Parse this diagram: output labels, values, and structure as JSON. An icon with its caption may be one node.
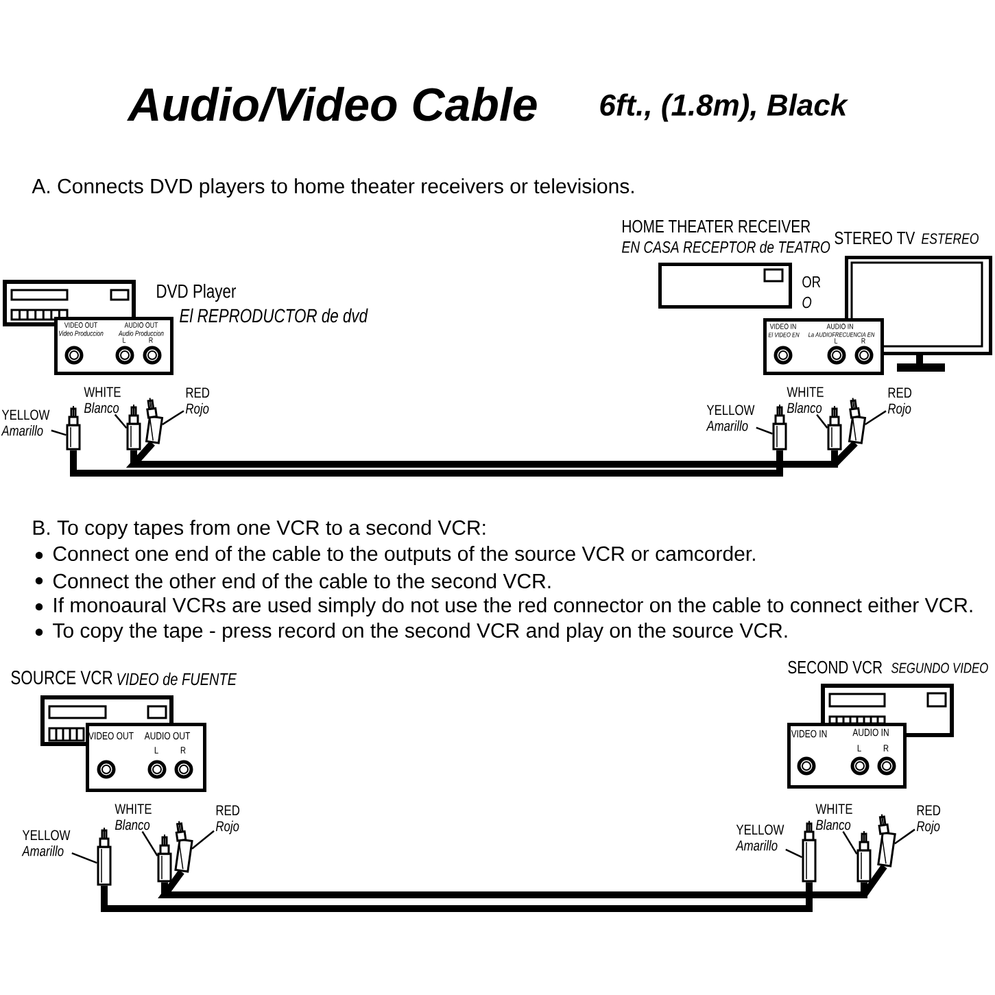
{
  "diagram": {
    "title": "Audio/Video Cable",
    "nodes": [
      {
        "text": [
          "HOME THEATER RECEIVER",
          "EN CASA RECEPTOR de TEATRO"
        ]
      },
      {
        "text": [
          "STEREO TV",
          "ESTEREO"
        ]
      },
      {
        "text": [
          "VIDEO OUT",
          "Video Produccion",
          "AUDIO OUT",
          "Audio Produccion",
          "L",
          "R"
        ],
        "beside": [
          "DVD Player",
          "El REPRODUCTOR de dvd"
        ]
      },
      {
        "text": [
          "VIDEO IN",
          "El VIDEO EN",
          "AUDIO IN",
          "La AUDIOFRECUENCIA EN",
          "L",
          "R"
        ]
      },
      {
        "text": [
          "YELLOW",
          "Amarillo"
        ]
      },
      {
        "text": [
          "WHITE",
          "Blanco"
        ]
      },
      {
        "text": [
          "RED",
          "Rojo"
        ]
      },
      {
        "text": [
          "YELLOW",
          "Amarillo"
        ]
      },
      {
        "text": [
          "WHITE",
          "Blanco"
        ]
      },
      {
        "text": [
          "RED",
          "Rojo"
        ]
      },
      {
        "text": [
          "VIDEO OUT",
          "AUDIO OUT",
          "L",
          "R"
        ],
        "beside": [
          "SOURCE VCR",
          "VIDEO de FUENTE"
        ]
      },
      {
        "text": [
          "VIDEO IN",
          "AUDIO IN",
          "L",
          "R"
        ],
        "beside": [
          "SECOND VCR",
          "SEGUNDO VIDEO"
        ]
      },
      {
        "text": [
          "YELLOW",
          "Amarillo"
        ]
      },
      {
        "text": [
          "WHITE",
          "Blanco"
        ]
      },
      {
        "text": [
          "RED",
          "Rojo"
        ]
      },
      {
        "text": [
          "YELLOW",
          "Amarillo"
        ]
      },
      {
        "text": [
          "WHITE",
          "Blanco"
        ]
      },
      {
        "text": [
          "RED",
          "Rojo"
        ]
      },
      {
        "text": [],
        "shape": "picture"
      },
      {
        "text": [],
        "shape": "picture"
      },
      {
        "text": [],
        "shape": "picture"
      },
      {
        "text": [],
        "shape": "picture"
      },
      {
        "text": [],
        "shape": "picture"
      },
      {
        "text": [],
        "shape": "picture"
      },
      {
        "text": [],
        "shape": "picture"
      },
      {
        "text": [],
        "shape": "picture"
      },
      {
        "text": [],
        "shape": "picture"
      },
      {
        "text": [],
        "shape": "picture"
      },
      {
        "text": [],
        "shape": "picture"
      },
      {
        "text": [],
        "shape": "picture"
      }
    ],
    "edges": [
      {
        "from": 4,
        "to": 18,
        "arrow": "none"
      },
      {
        "from": 5,
        "to": 19,
        "arrow": "none"
      },
      {
        "from": 6,
        "to": 20,
        "arrow": "none"
      },
      {
        "from": 7,
        "to": 21,
        "arrow": "none"
      },
      {
        "from": 8,
        "to": 22,
        "arrow": "none"
      },
      {
        "from": 9,
        "to": 23,
        "arrow": "none"
      },
      {
        "from": 12,
        "to": 24,
        "arrow": "none"
      },
      {
        "from": 13,
        "to": 25,
        "arrow": "none"
      },
      {
        "from": 14,
        "to": 26,
        "arrow": "none"
      },
      {
        "from": 15,
        "to": 27,
        "arrow": "none"
      },
      {
        "from": 16,
        "to": 28,
        "arrow": "none"
      },
      {
        "from": 17,
        "to": 29,
        "arrow": "none"
      },
      {
        "from": 18,
        "to": 21,
        "arrow": "none",
        "style": "thick"
      },
      {
        "from": 19,
        "to": 22,
        "arrow": "none",
        "style": "thick"
      },
      {
        "from": 20,
        "to": 23,
        "arrow": "none",
        "style": "thick"
      },
      {
        "from": 24,
        "to": 27,
        "arrow": "none",
        "style": "thick"
      },
      {
        "from": 25,
        "to": 28,
        "arrow": "none",
        "style": "thick"
      },
      {
        "from": 26,
        "to": 29,
        "arrow": "none",
        "style": "thick"
      }
    ],
    "labels": [
      "6ft., (1.8m), Black",
      "A. Connects DVD players to home theater receivers or televisions.",
      "OR",
      "O",
      "B. To copy tapes from one VCR to a second VCR:",
      "Connect one end of the cable to the outputs of the source VCR or camcorder.",
      "Connect the other end of the cable to the second VCR.",
      "If monoaural VCRs are used simply do not use the red connector on the cable to connect either VCR.",
      "To copy the tape - press record on the second VCR and play on the source VCR."
    ]
  }
}
